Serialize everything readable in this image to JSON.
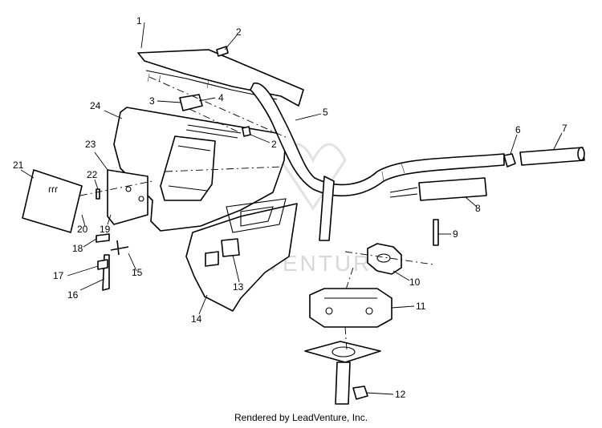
{
  "watermark": "LEADVENTURE",
  "footer_credit": "Rendered by LeadVenture, Inc.",
  "callouts": [
    "1",
    "2",
    "2",
    "3",
    "4",
    "5",
    "6",
    "7",
    "8",
    "9",
    "10",
    "11",
    "12",
    "13",
    "14",
    "15",
    "16",
    "17",
    "18",
    "19",
    "20",
    "21",
    "22",
    "23",
    "24"
  ],
  "decal_text": "ɾɾɾ",
  "colors": {
    "line": "#000000",
    "background": "#ffffff",
    "watermark": "#d8d8d8"
  }
}
